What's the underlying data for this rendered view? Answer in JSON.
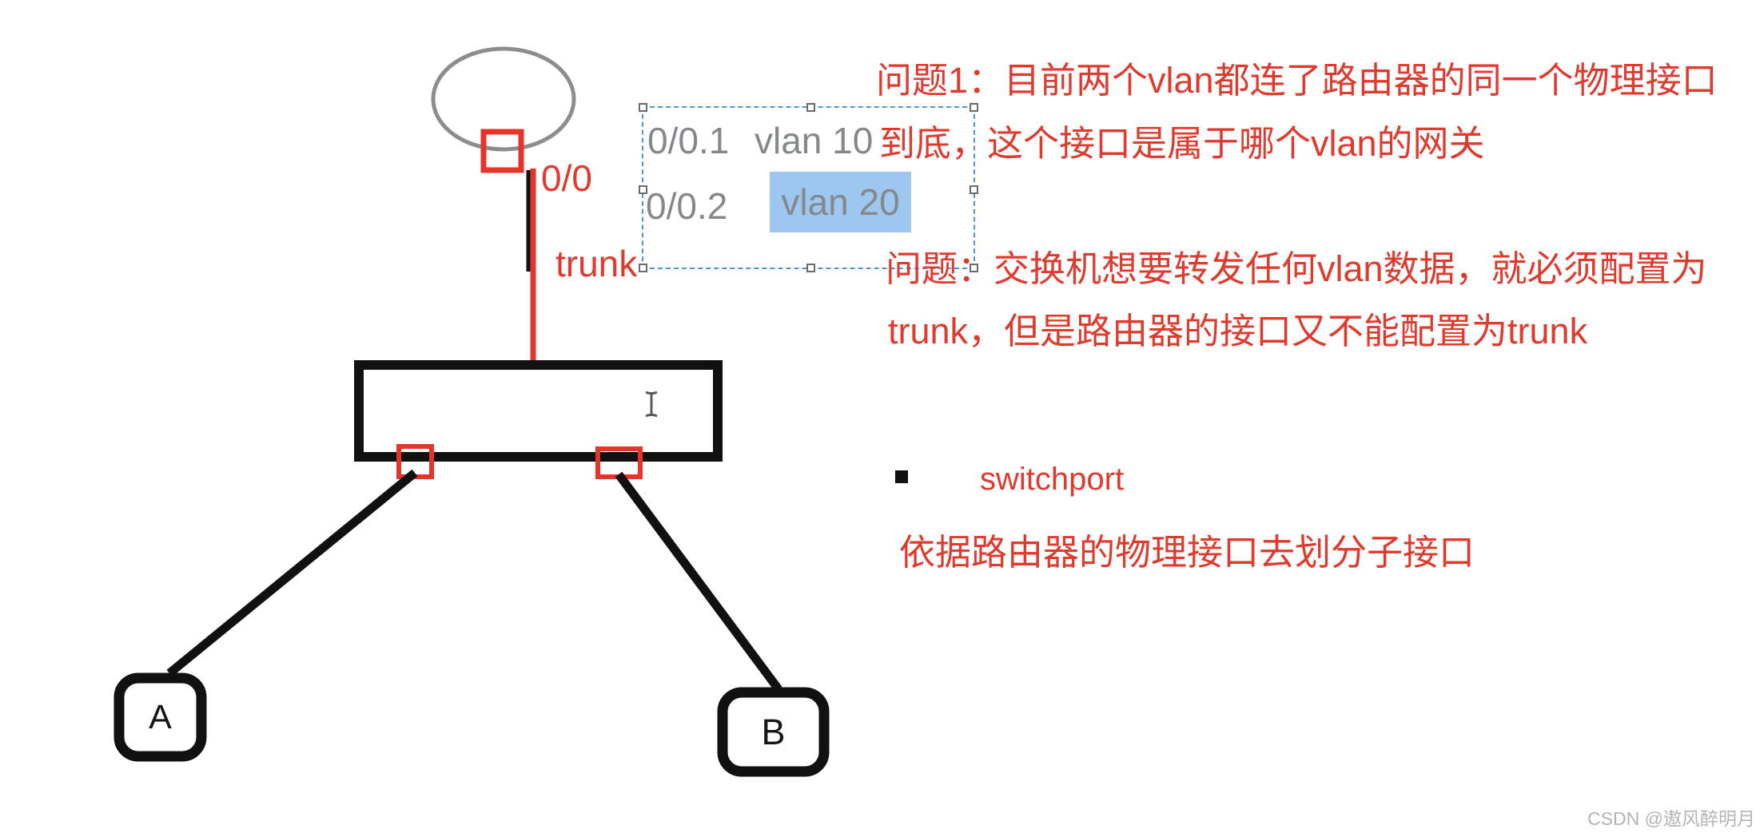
{
  "diagram": {
    "router_port_label": "0/0",
    "trunk_label": "trunk",
    "subinterfaces": [
      {
        "port": "0/0.1",
        "vlan": "vlan 10",
        "highlighted": false
      },
      {
        "port": "0/0.2",
        "vlan": "vlan 20",
        "highlighted": true
      }
    ],
    "host_a_label": "A",
    "host_b_label": "B"
  },
  "annotations": {
    "question1_line1": "问题1：目前两个vlan都连了路由器的同一个物理接口",
    "question1_line2": "到底，这个接口是属于哪个vlan的网关",
    "question2_line1": "问题：交换机想要转发任何vlan数据，就必须配置为",
    "question2_line2": "trunk，但是路由器的接口又不能配置为trunk",
    "switchport_label": "switchport",
    "subinterface_note": "依据路由器的物理接口去划分子接口"
  },
  "watermark": "CSDN @遨风醉明月",
  "colors": {
    "accent_red": "#e03a2e",
    "shape_red": "#e5342a",
    "selection_blue": "#4e95d9",
    "highlight_blue": "#9dc7ee",
    "gray_text": "#84888c",
    "ellipse_gray": "#8d8d8d",
    "watermark_gray": "#b4b4b4"
  }
}
